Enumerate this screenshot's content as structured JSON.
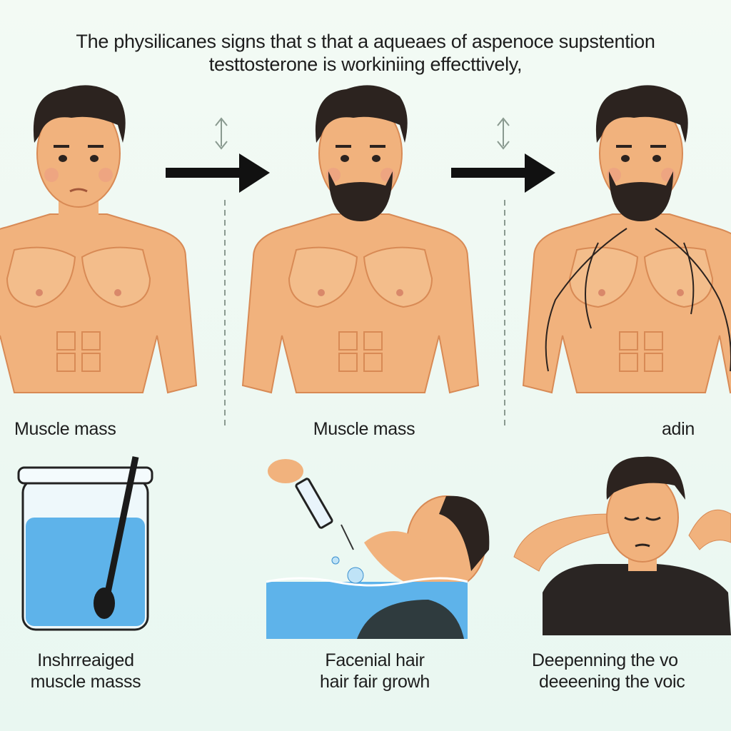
{
  "title": {
    "line1": "The physilicanes signs that s that a aqueaes of aspenoce supstention",
    "line2": "testtosterone is workiniing effecttively,"
  },
  "panels": [
    {
      "label": "Muscle mass"
    },
    {
      "label": "Muscle mass"
    },
    {
      "label": "adin"
    }
  ],
  "captions": [
    {
      "line1": "Inshrreaiged",
      "line2": "muscle masss"
    },
    {
      "line1": "Facenial hair",
      "line2": "hair fair growh"
    },
    {
      "line1": "Deepenning the vo",
      "line2": "deeeening the voic"
    }
  ],
  "colors": {
    "skin": "#f1b27d",
    "hair": "#2c231f",
    "water": "#5eb3ea",
    "shirt": "#2a2523"
  }
}
